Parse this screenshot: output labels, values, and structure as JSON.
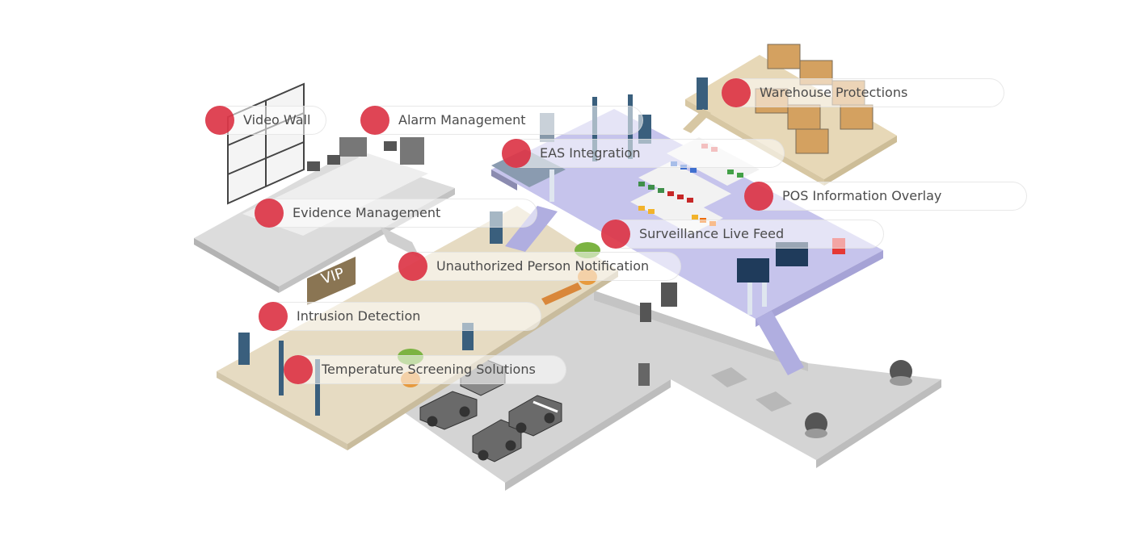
{
  "hotspots": [
    {
      "id": "video-wall",
      "label": "Video Wall"
    },
    {
      "id": "alarm-management",
      "label": "Alarm Management"
    },
    {
      "id": "eas-integration",
      "label": "EAS Integration"
    },
    {
      "id": "warehouse-protections",
      "label": "Warehouse Protections"
    },
    {
      "id": "pos-information-overlay",
      "label": "POS Information Overlay"
    },
    {
      "id": "evidence-management",
      "label": "Evidence Management"
    },
    {
      "id": "surveillance-live-feed",
      "label": "Surveillance Live Feed"
    },
    {
      "id": "unauthorized-person-notification",
      "label": "Unauthorized Person Notification"
    },
    {
      "id": "intrusion-detection",
      "label": "Intrusion Detection"
    },
    {
      "id": "temperature-screening-solutions",
      "label": "Temperature Screening Solutions"
    }
  ],
  "scene": {
    "vip_sign": "VIP",
    "colors": {
      "hotspot_dot": "#d92537",
      "warehouse_floor": "#e6d6b4",
      "store_floor": "#c6c4ec",
      "control_room_floor": "#dcdcdc",
      "lobby_floor": "#e7dcc4",
      "parking_floor": "#d3d3d3"
    }
  }
}
